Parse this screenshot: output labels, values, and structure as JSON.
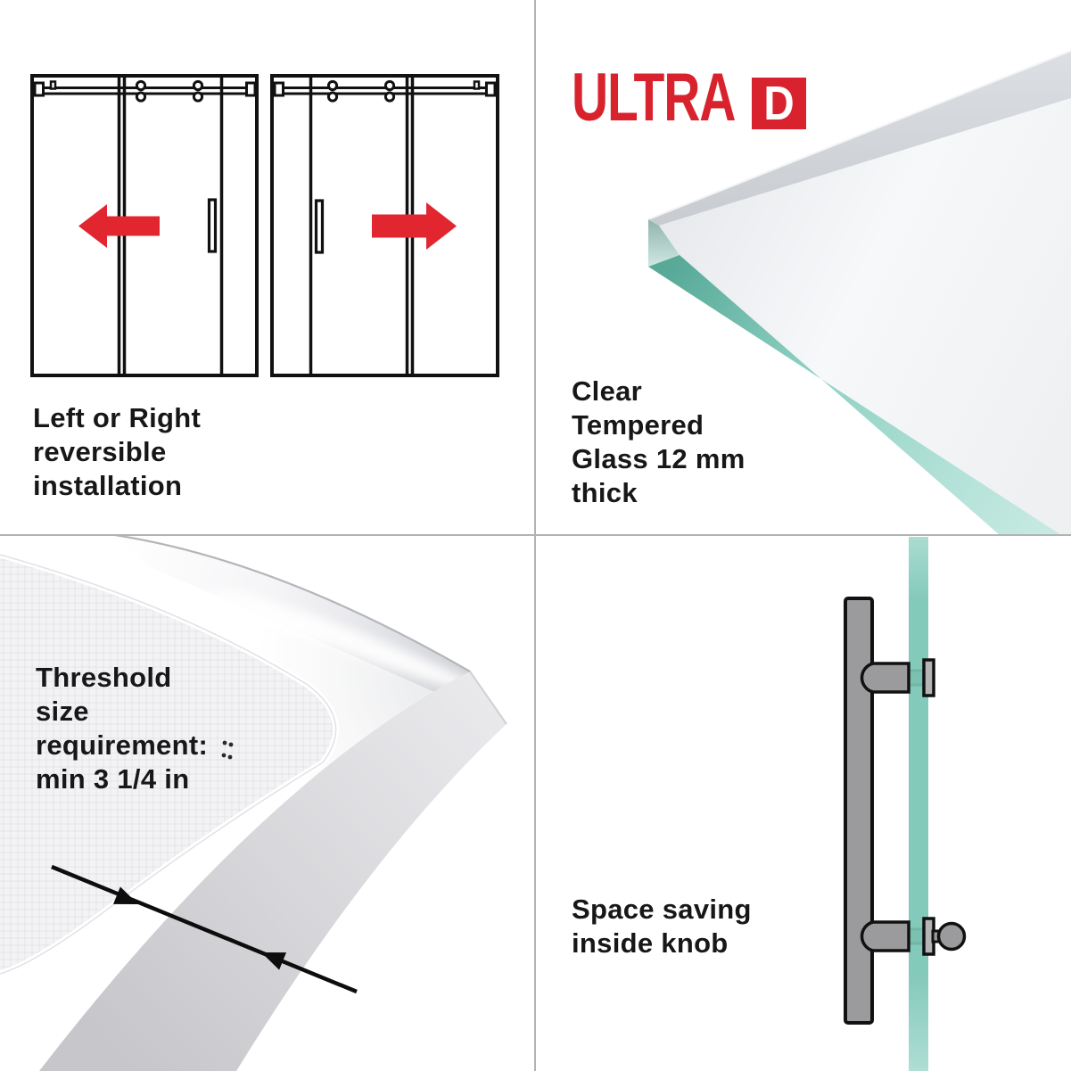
{
  "page": {
    "background": "#ffffff",
    "divider_color": "#b3b3b3",
    "text_color": "#171717"
  },
  "brand": {
    "logo_text": "ULTRA",
    "logo_badge_letter": "D",
    "logo_color": "#d8232e"
  },
  "quadrants": {
    "top_left": {
      "caption_lines": [
        "Left or Right",
        "reversible",
        "installation"
      ],
      "arrow_color": "#e1262f",
      "illustrations": [
        "door-diagram-slide-left",
        "door-diagram-slide-right"
      ]
    },
    "top_right": {
      "caption_lines": [
        "Clear",
        "Tempered",
        "Glass 12 mm",
        "thick"
      ],
      "glass_edge_color": "#7cc7b7",
      "illustrations": [
        "tempered-glass-corner"
      ]
    },
    "bottom_left": {
      "caption_lines": [
        "Threshold",
        "size",
        "requirement:",
        "min 3 1/4 in"
      ],
      "illustrations": [
        "shower-base-threshold-corner",
        "measurement-arrow"
      ]
    },
    "bottom_right": {
      "caption_lines": [
        "Space saving",
        "inside knob"
      ],
      "glass_color": "#74c3b3",
      "hardware_color": "#9b9b9d",
      "illustrations": [
        "door-handle-with-inside-knob"
      ]
    }
  }
}
